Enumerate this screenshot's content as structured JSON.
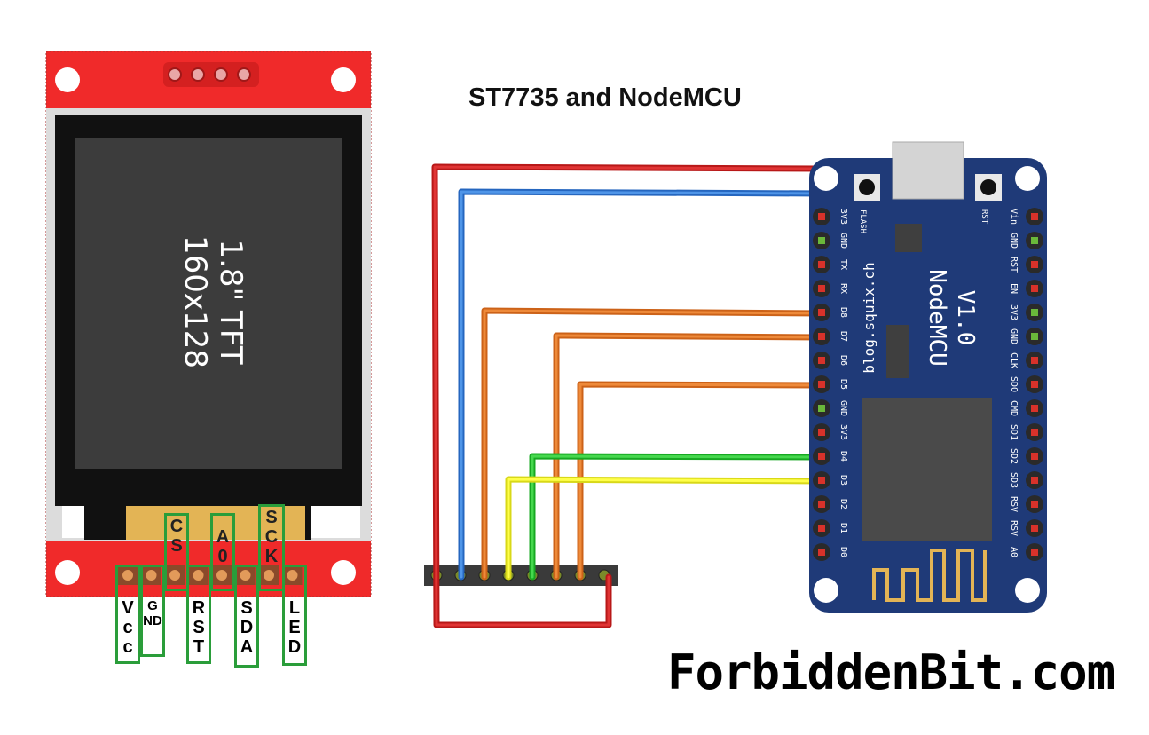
{
  "title": "ST7735 and NodeMCU",
  "brand": "ForbiddenBit.com",
  "display": {
    "line1": "1.8\" TFT",
    "line2": "160x128"
  },
  "tft_pins_top": [
    {
      "name": "cs",
      "label": "CS"
    },
    {
      "name": "a0",
      "label": "A0"
    },
    {
      "name": "sck",
      "label": "SCK"
    }
  ],
  "tft_pins_bottom": [
    {
      "name": "vcc",
      "label": "Vcc"
    },
    {
      "name": "gnd",
      "label": "GND"
    },
    {
      "name": "rst",
      "label": "RST"
    },
    {
      "name": "sda",
      "label": "SDA"
    },
    {
      "name": "led",
      "label": "LED"
    }
  ],
  "board": {
    "name_line1": "NodeMCU",
    "name_line2": "V1.0",
    "site": "blog.squix.ch",
    "btn_flash": "FLASH",
    "btn_rst": "RST",
    "left_pins": [
      "3V3",
      "GND",
      "TX",
      "RX",
      "D8",
      "D7",
      "D6",
      "D5",
      "GND",
      "3V3",
      "D4",
      "D3",
      "D2",
      "D1",
      "D0"
    ],
    "right_pins": [
      "Vin",
      "GND",
      "RST",
      "EN",
      "3V3",
      "GND",
      "CLK",
      "SDO",
      "CMD",
      "SD1",
      "SD2",
      "SD3",
      "RSV",
      "RSV",
      "A0"
    ]
  },
  "colors": {
    "pcb_red": "#f02a2a",
    "board_blue": "#1f3a78",
    "wire_red": "#c62020",
    "wire_blue": "#2d74d0",
    "wire_orange": "#e07020",
    "wire_green": "#1fb52a",
    "wire_yellow": "#f0f020"
  }
}
